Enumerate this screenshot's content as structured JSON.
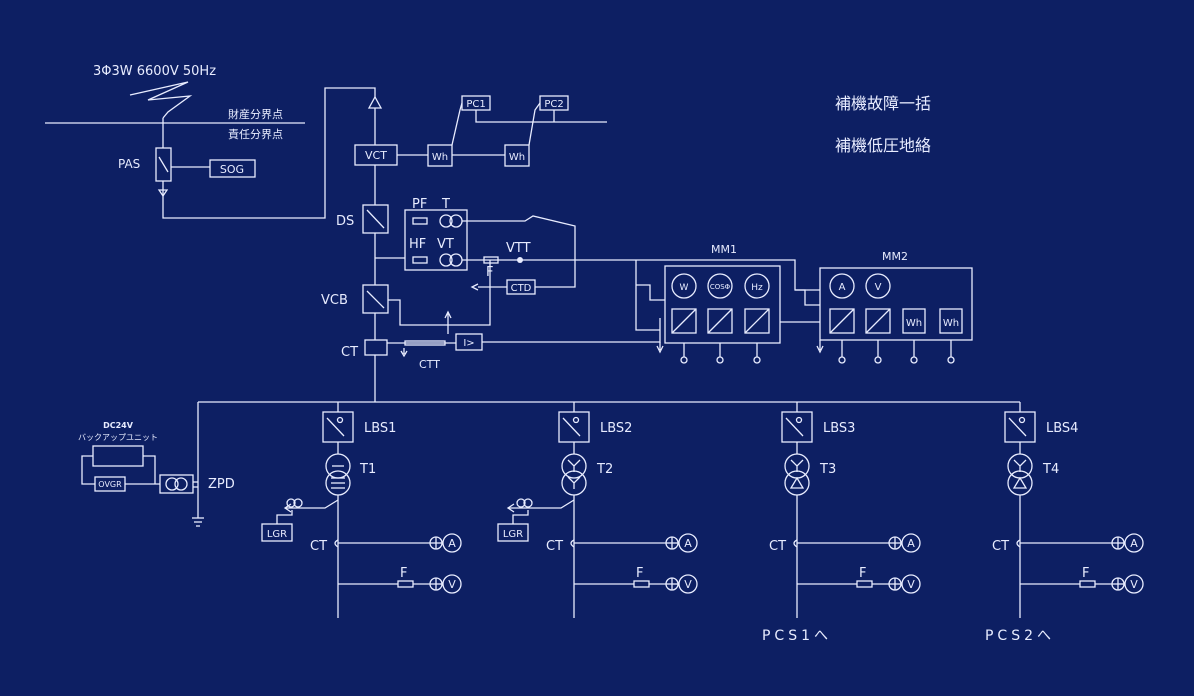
{
  "supply": {
    "label": "3Φ3W 6600V 50Hz"
  },
  "boundary": {
    "label1": "財産分界点",
    "label2": "責任分界点"
  },
  "alarms": {
    "line1": "補機故障一括",
    "line2": "補機低圧地絡"
  },
  "devices": {
    "pas": "PAS",
    "sog": "SOG",
    "vct": "VCT",
    "pc1": "PC1",
    "pc2": "PC2",
    "wh": "Wh",
    "ds": "DS",
    "pf": "PF",
    "t": "T",
    "hf": "HF",
    "vt": "VT",
    "vtt": "VTT",
    "f": "F",
    "ctd": "CTD",
    "vcb": "VCB",
    "ct": "CT",
    "ctt": "CTT",
    "ocr": "I>",
    "zpd": "ZPD",
    "ovgr": "OVGR",
    "dc24v": "DC24V",
    "backup": "バックアップユニット"
  },
  "meters": {
    "mm1": {
      "title": "MM1",
      "gauges": [
        "W",
        "COSΦ",
        "Hz"
      ]
    },
    "mm2": {
      "title": "MM2",
      "gauges": [
        "A",
        "V"
      ],
      "energy": [
        "Wh",
        "Wh"
      ]
    }
  },
  "feeders": [
    {
      "lbs": "LBS1",
      "tr": "T1",
      "ct": "CT",
      "lgr": "LGR",
      "f": "F",
      "a": "A",
      "v": "V",
      "dest": ""
    },
    {
      "lbs": "LBS2",
      "tr": "T2",
      "ct": "CT",
      "lgr": "LGR",
      "f": "F",
      "a": "A",
      "v": "V",
      "dest": ""
    },
    {
      "lbs": "LBS3",
      "tr": "T3",
      "ct": "CT",
      "f": "F",
      "a": "A",
      "v": "V",
      "dest": "PCS1へ"
    },
    {
      "lbs": "LBS4",
      "tr": "T4",
      "ct": "CT",
      "f": "F",
      "a": "A",
      "v": "V",
      "dest": "PCS2へ"
    }
  ]
}
